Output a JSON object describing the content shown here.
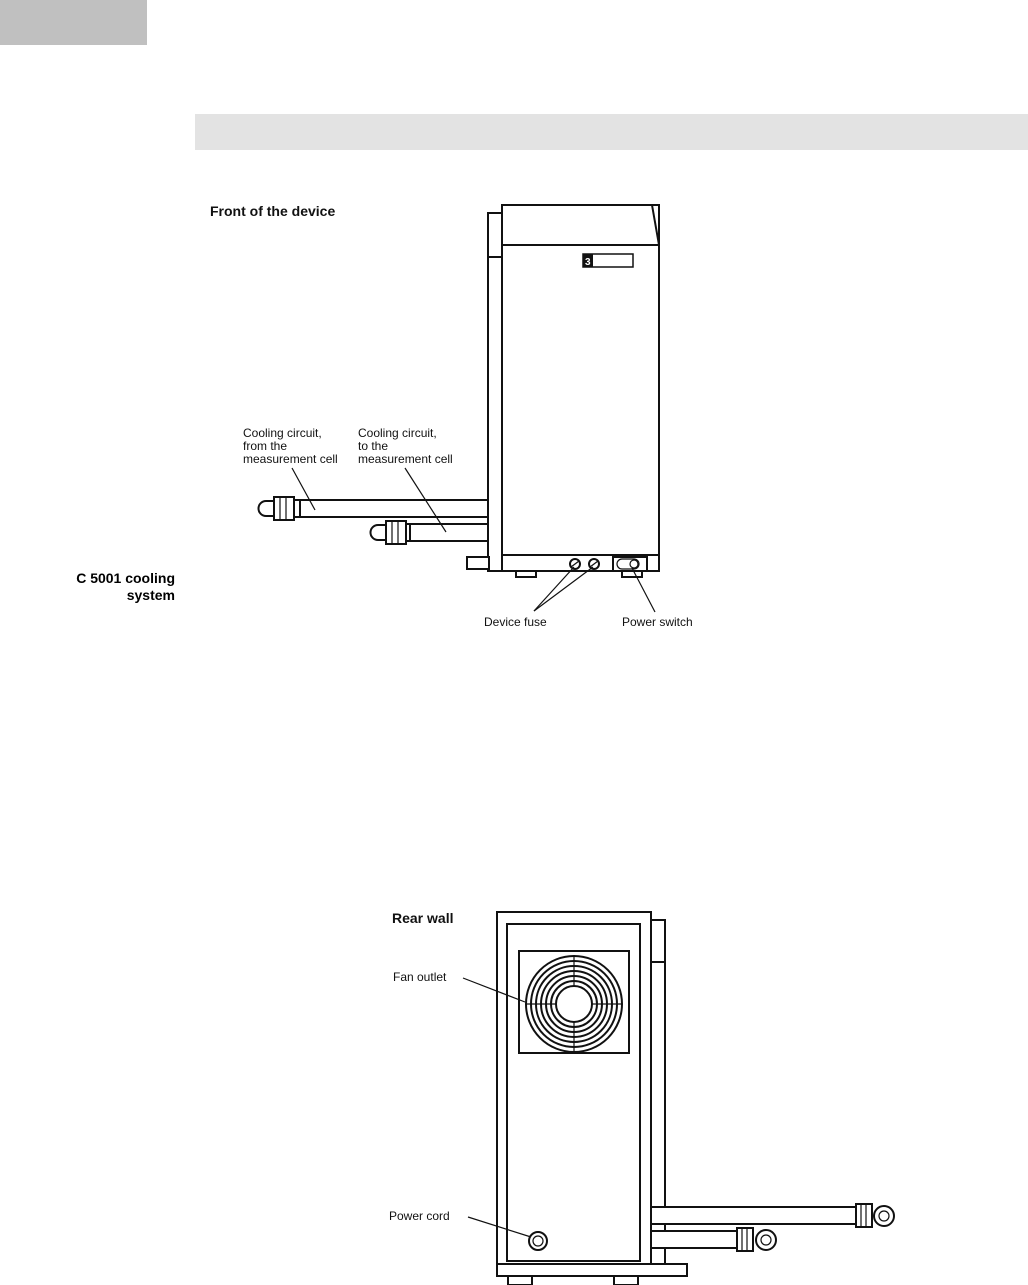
{
  "page": {
    "tab_block_color": "#c0c0c0",
    "header_bar_color": "#e3e3e3",
    "side_caption": [
      "C 5001 cooling",
      "system"
    ]
  },
  "figure_front": {
    "title": "Front of the device",
    "labels": {
      "cooling_from": [
        "Cooling circuit,",
        "from the",
        "measurement cell"
      ],
      "cooling_to": [
        "Cooling circuit,",
        "to the",
        "measurement cell"
      ],
      "device_fuse": "Device fuse",
      "power_switch": "Power switch"
    },
    "display_digit": "3"
  },
  "figure_rear": {
    "title": "Rear wall",
    "labels": {
      "fan_outlet": "Fan outlet",
      "power_cord": "Power cord"
    }
  }
}
